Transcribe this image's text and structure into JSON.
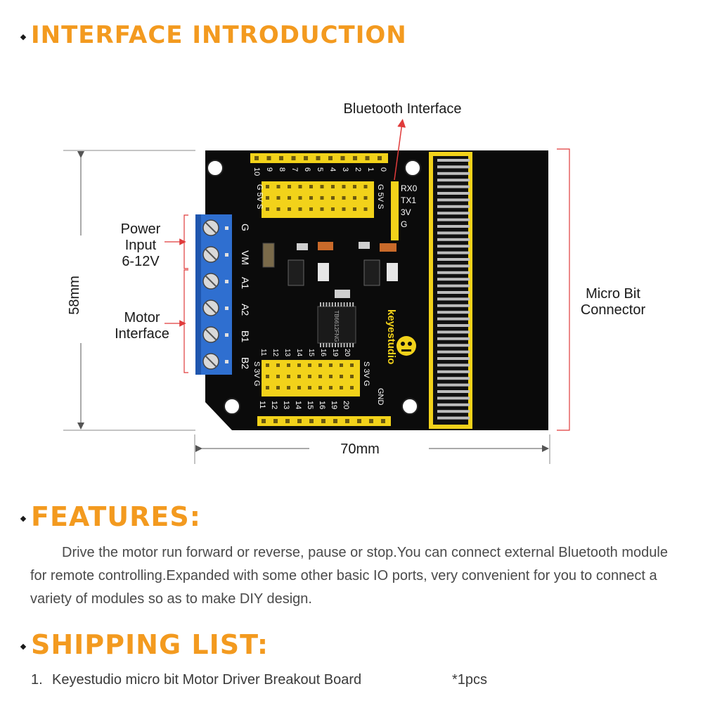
{
  "headings": {
    "interface": "INTERFACE INTRODUCTION",
    "features": "FEATURES:",
    "shipping": "SHIPPING LIST:"
  },
  "diagram": {
    "bluetooth_label": "Bluetooth Interface",
    "power_label_1": "Power",
    "power_label_2": "Input",
    "power_label_3": "6-12V",
    "motor_label_1": "Motor",
    "motor_label_2": "Interface",
    "microbit_label_1": "Micro Bit",
    "microbit_label_2": "Connector",
    "height_dim": "58mm",
    "width_dim": "70mm",
    "board": {
      "brand": "keyestudio",
      "terminal_labels": [
        "G",
        "VM",
        "A1",
        "A2",
        "B1",
        "B2"
      ],
      "top_pin_numbers": [
        "10",
        "9",
        "8",
        "7",
        "6",
        "5",
        "4",
        "3",
        "2",
        "1",
        "0"
      ],
      "bottom_pin_numbers": [
        "11",
        "12",
        "13",
        "14",
        "15",
        "16",
        "19",
        "20"
      ],
      "bt_pins": [
        "RX0",
        "TX1",
        "3V",
        "G"
      ],
      "gvs_top": "G 5V S",
      "gvs_top_right": "G 5V S",
      "svg_bottom_left": "S 3V G",
      "svg_bottom_right": "S 3V G",
      "gnd": "GND",
      "chip": "TB6612FNG"
    }
  },
  "features": {
    "text": "Drive the motor run forward or reverse, pause or stop.You can connect external Bluetooth module for remote controlling.Expanded with some other basic IO ports, very convenient for you to connect a variety of modules so as to make DIY design."
  },
  "shipping": {
    "item_number": "1.",
    "item_name": "Keyestudio micro bit Motor Driver Breakout Board",
    "item_qty": "*1pcs"
  },
  "colors": {
    "accent": "#f39a1f",
    "board": "#0b0b0b",
    "pin_header": "#f2d21a",
    "terminal": "#2f6fd0",
    "dimension_red": "#e03b3b"
  }
}
